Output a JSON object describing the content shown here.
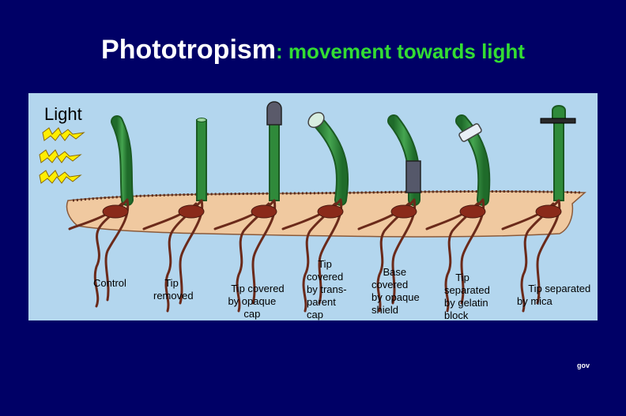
{
  "slide": {
    "title_main": "Phototropism",
    "title_sub": ": movement towards light",
    "footer": "gov"
  },
  "diagram": {
    "light_label": "Light",
    "seedlings": [
      {
        "label": "Control"
      },
      {
        "label": "Tip\nremoved"
      },
      {
        "label": "Tip covered\nby opaque\ncap"
      },
      {
        "label": "Tip\ncovered\nby trans-\nparent\ncap"
      },
      {
        "label": "Base\ncovered\nby opaque\nshield"
      },
      {
        "label": "Tip\nseparated\nby gelatin\nblock"
      },
      {
        "label": "Tip separated\nby mica"
      }
    ]
  },
  "colors": {
    "background": "#000066",
    "title_sub": "#33dd33",
    "panel": "#b3d6ee",
    "soil": "#f0c9a0",
    "stem": "#2f8a3a",
    "root": "#6b2a1a",
    "light": "#ffee00"
  }
}
